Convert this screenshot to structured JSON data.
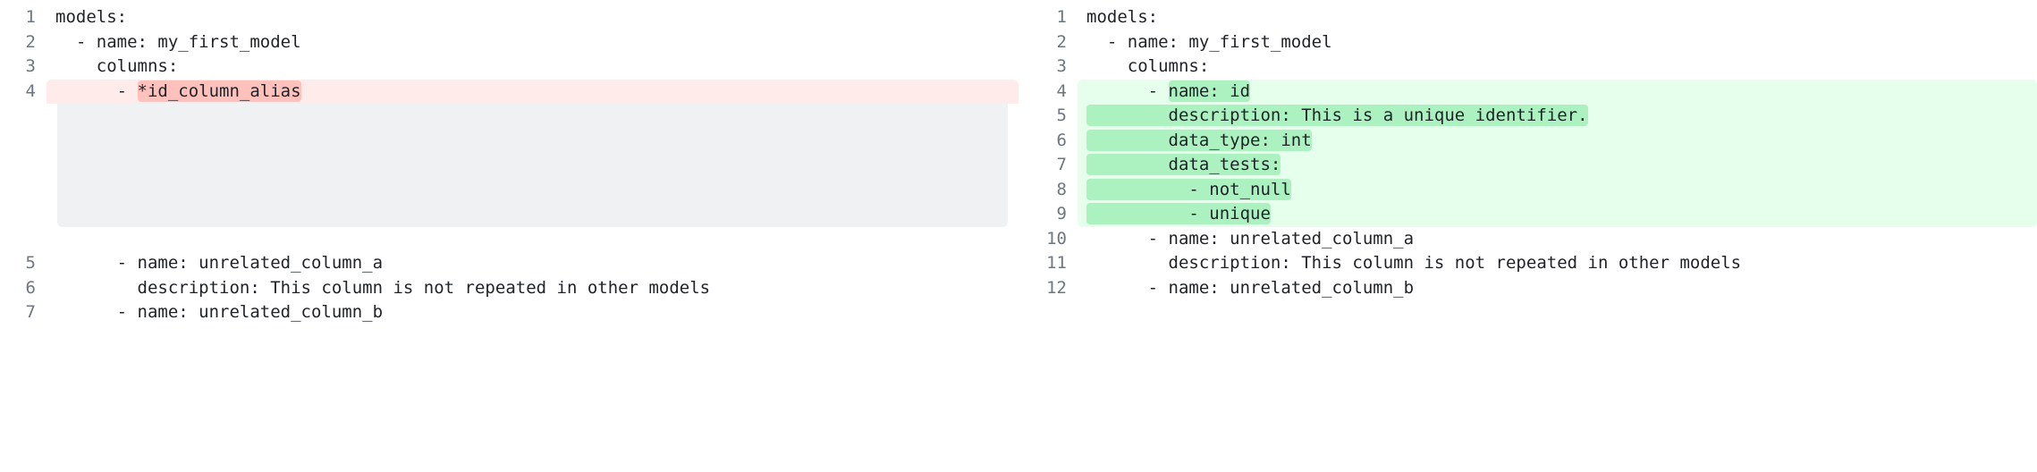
{
  "view": {
    "type": "side-by-side-diff",
    "language": "yaml",
    "colors": {
      "deletion_line_bg": "#ffebe9",
      "deletion_word_bg": "#ffc1bc",
      "addition_line_bg": "#e6ffec",
      "addition_word_bg": "#abf2c0",
      "filler_bg": "#eff1f3",
      "gutter_text": "#6e7781",
      "code_text": "#1f2328",
      "page_bg": "#ffffff"
    }
  },
  "left_pane": {
    "name": "before",
    "lines": [
      {
        "num": "1",
        "kind": "context",
        "segments": [
          {
            "text": "models:",
            "mark": "none"
          }
        ]
      },
      {
        "num": "2",
        "kind": "context",
        "segments": [
          {
            "text": "  - name: my_first_model",
            "mark": "none"
          }
        ]
      },
      {
        "num": "3",
        "kind": "context",
        "segments": [
          {
            "text": "    columns:",
            "mark": "none"
          }
        ]
      },
      {
        "num": "4",
        "kind": "deletion",
        "segments": [
          {
            "text": "      - ",
            "mark": "none"
          },
          {
            "text": "*id_column_alias",
            "mark": "del"
          }
        ]
      },
      {
        "num": "",
        "kind": "filler",
        "segments": []
      },
      {
        "num": "5",
        "kind": "context",
        "segments": [
          {
            "text": "      - name: unrelated_column_a",
            "mark": "none"
          }
        ]
      },
      {
        "num": "6",
        "kind": "context",
        "segments": [
          {
            "text": "        description: This column is not repeated in other models",
            "mark": "none"
          }
        ]
      },
      {
        "num": "7",
        "kind": "context",
        "segments": [
          {
            "text": "      - name: unrelated_column_b",
            "mark": "none"
          }
        ]
      }
    ]
  },
  "right_pane": {
    "name": "after",
    "lines": [
      {
        "num": "1",
        "kind": "context",
        "segments": [
          {
            "text": "models:",
            "mark": "none"
          }
        ]
      },
      {
        "num": "2",
        "kind": "context",
        "segments": [
          {
            "text": "  - name: my_first_model",
            "mark": "none"
          }
        ]
      },
      {
        "num": "3",
        "kind": "context",
        "segments": [
          {
            "text": "    columns:",
            "mark": "none"
          }
        ]
      },
      {
        "num": "4",
        "kind": "addition",
        "segments": [
          {
            "text": "      - ",
            "mark": "none"
          },
          {
            "text": "name: id",
            "mark": "add"
          }
        ]
      },
      {
        "num": "5",
        "kind": "addition",
        "segments": [
          {
            "text": "        description: This is a unique identifier.",
            "mark": "add"
          }
        ]
      },
      {
        "num": "6",
        "kind": "addition",
        "segments": [
          {
            "text": "        data_type: int",
            "mark": "add"
          }
        ]
      },
      {
        "num": "7",
        "kind": "addition",
        "segments": [
          {
            "text": "        data_tests:",
            "mark": "add"
          }
        ]
      },
      {
        "num": "8",
        "kind": "addition",
        "segments": [
          {
            "text": "          - not_null",
            "mark": "add"
          }
        ]
      },
      {
        "num": "9",
        "kind": "addition",
        "segments": [
          {
            "text": "          - unique",
            "mark": "add"
          }
        ]
      },
      {
        "num": "10",
        "kind": "context",
        "segments": [
          {
            "text": "      - name: unrelated_column_a",
            "mark": "none"
          }
        ]
      },
      {
        "num": "11",
        "kind": "context",
        "segments": [
          {
            "text": "        description: This column is not repeated in other models",
            "mark": "none"
          }
        ]
      },
      {
        "num": "12",
        "kind": "context",
        "segments": [
          {
            "text": "      - name: unrelated_column_b",
            "mark": "none"
          }
        ]
      }
    ]
  }
}
